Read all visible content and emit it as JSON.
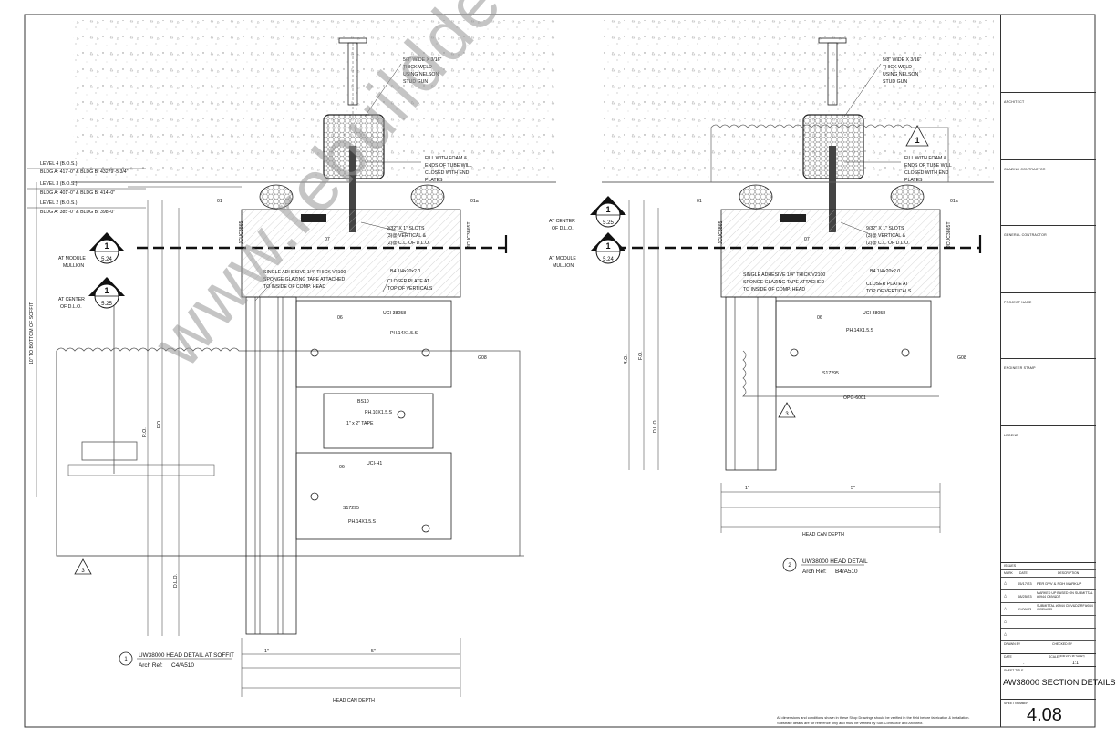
{
  "left_detail": {
    "levels": [
      "LEVEL 4 (B.O.S.)",
      "BLDG A: 417'-0\" & BLDG B: 43279'-5 3/4\"",
      "LEVEL 3 (B.O.S.)",
      "BLDG A: 401'-0\" & BLDG B: 414'-0\"",
      "LEVEL 2 (B.O.S.)",
      "BLDG A: 385'-0\" & BLDG B: 398'-0\""
    ],
    "weld_note": [
      "5/8\" WIDE X 3/16\"",
      "THICK WELD",
      "USING NELSON",
      "STUD GUN"
    ],
    "foam_note": [
      "FILL WITH FOAM &",
      "ENDS OF TUBE WILL",
      "CLOSED WITH END",
      "PLATES"
    ],
    "slot_note": [
      "9/32\" X 1\" SLOTS",
      "(3)@ VERTICAL &",
      "(2)@ C.L. OF D.L.O."
    ],
    "tape_note": [
      "SINGLE ADHESIVE 1/4\" THICK V2100",
      "SPONGE GLAZING TAPE ATTACHED",
      "TO INSIDE OF COMP. HEAD"
    ],
    "closer_note": [
      "CLOSER PLATE AT",
      "TOP OF VERTICALS"
    ],
    "module_mullion": [
      "AT MODULE",
      "MULLION"
    ],
    "center_dlo": [
      "AT CENTER",
      "OF D.L.O."
    ],
    "marker_top": "1",
    "marker_a_ref": "5.24",
    "marker_b_ref": "5.25",
    "tags": {
      "t01": "01",
      "t01a": "01a",
      "t07": "07",
      "t06a": "06",
      "t06b": "06",
      "g08": "G08",
      "angle": "B4 1/4x20x2.0",
      "uci": "UCI-38058",
      "uci2": "UCI-H1",
      "bstop": "BS10",
      "ph1": "PH.14X1.5.S",
      "ph2": "PH.10X1.5.S",
      "ph3": "PH.14X1.5.S",
      "one_by": "1\" x 2\" TAPE",
      "s17295": "S17295",
      "jc1": "JCUC3865",
      "jc2": "JCUC3865T"
    },
    "soffit_label": "10\" TO BOTTOM OF SOFFIT",
    "ro": "R.O.",
    "fo": "F.O.",
    "dlo": "D.L.O.",
    "callout_3": "3",
    "title": "UW38000 HEAD DETAIL AT SOFFIT",
    "title_num": "1",
    "arch_ref_label": "Arch Ref:",
    "arch_ref": "C4/A510",
    "dim_bottom": "HEAD CAN DEPTH",
    "dim_5": "5\"",
    "dim_1": "1\""
  },
  "right_detail": {
    "weld_note": [
      "5/8\" WIDE X 3/16\"",
      "THICK WELD",
      "USING NELSON",
      "STUD GUN"
    ],
    "foam_note": [
      "FILL WITH FOAM &",
      "ENDS OF TUBE WILL",
      "CLOSED WITH END",
      "PLATES"
    ],
    "slot_note": [
      "9/32\" X 1\" SLOTS",
      "(3)@ VERTICAL &",
      "(2)@ C.L. OF D.L.O."
    ],
    "tape_note": [
      "SINGLE ADHESIVE 1/4\" THICK V2100",
      "SPONGE GLAZING TAPE ATTACHED",
      "TO INSIDE OF COMP. HEAD"
    ],
    "closer_note": [
      "CLOSER PLATE AT",
      "TOP OF VERTICALS"
    ],
    "center_dlo": [
      "AT CENTER",
      "OF D.L.O."
    ],
    "module_mullion": [
      "AT MODULE",
      "MULLION"
    ],
    "marker_top": "1",
    "marker_a_ref": "5.25",
    "marker_b_ref": "5.24",
    "flag": "1",
    "tags": {
      "t01": "01",
      "t01a": "01a",
      "t07": "07",
      "t06": "06",
      "g08": "G08",
      "angle": "B4 1/4x20x2.0",
      "uci": "UCI-38058",
      "ph1": "PH.14X1.5.S",
      "s17295": "S17295",
      "opg": "OPG-6001",
      "jc1": "JCUC3865",
      "jc2": "JCUC3865T"
    },
    "callout_3": "3",
    "ro": "R.O.",
    "fo": "F.O.",
    "dlo": "D.L.O.",
    "title": "UW38000 HEAD DETAIL",
    "title_num": "2",
    "arch_ref_label": "Arch Ref:",
    "arch_ref": "B4/A510",
    "dim_bottom": "HEAD CAN DEPTH",
    "dim_5": "5\"",
    "dim_1": "1\""
  },
  "watermark": "www.rebuilddesigns.com",
  "footnote": [
    "All dimensions and conditions shown in these Shop Drawings should be verified in the field before fabrication &  installation.",
    "Substrate details are for reference only and must be verified by Sub-Contractor and Architect."
  ],
  "title_block": {
    "architect": "ARCHITECT",
    "glazing_contractor": "GLAZING CONTRACTOR",
    "general_contractor": "GENERAL CONTRACTOR",
    "project_name": "PROJECT NAME",
    "engineer_stamp": "ENGINEER STAMP",
    "legend": "LEGEND",
    "issues": "ISSUES",
    "issue_headers": [
      "MARK",
      "DATE",
      "DESCRIPTION"
    ],
    "issue_rows": [
      {
        "mark": "1",
        "date": "05/17/23",
        "desc": "PER DVV & RDH MARKUP"
      },
      {
        "mark": "2",
        "date": "08/25/23",
        "desc": "MARKED UP BASED ON SUBMITTAL #0944 CMV&DZ"
      },
      {
        "mark": "3",
        "date": "11/09/23",
        "desc": "SUBMITTAL #0944 CMV&DZ RFI#084 & RFI#085"
      },
      {
        "mark": "4",
        "date": "",
        "desc": ""
      },
      {
        "mark": "5",
        "date": "",
        "desc": ""
      }
    ],
    "drawn_by_label": "DRAWN BY",
    "drawn_by": "-",
    "checked_by_label": "CHECKED BY",
    "checked_by": "-",
    "date_label": "DATE",
    "date": "-",
    "scale_label": "SCALE",
    "scale_note": "(FOR 24\" x 36\" SHEET)",
    "scale": "1:1",
    "sheet_title_label": "SHEET TITLE",
    "sheet_title": "AW38000 SECTION DETAILS",
    "sheet_number_label": "SHEET NUMBER",
    "sheet_number": "4.08"
  }
}
